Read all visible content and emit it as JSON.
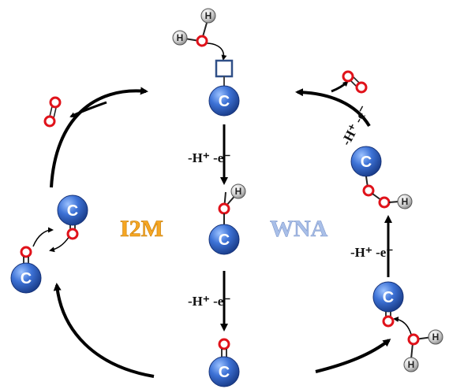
{
  "atoms": {
    "carbon": "C",
    "hydrogen": "H"
  },
  "labels": {
    "i2m": "I2M",
    "wna": "WNA",
    "step_proton_electron": "-H⁺ -e⁻"
  },
  "colors": {
    "carbon": "#2f63c9",
    "oxygen_ring": "#e0121a",
    "hydrogen": "#c8c8c8",
    "i2m": "#f5a623",
    "wna": "#a9bfe8",
    "arrow": "#000000",
    "site": "#3a5a8c"
  }
}
